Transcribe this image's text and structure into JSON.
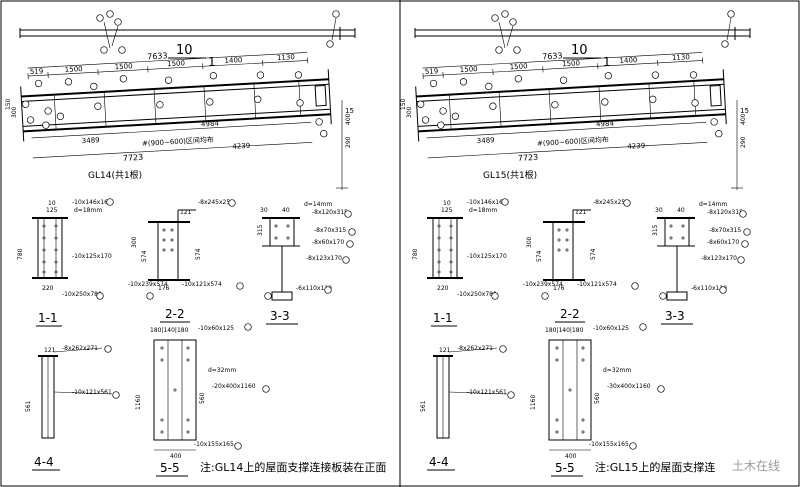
{
  "panels": [
    {
      "id": "gl14",
      "section_mark_number": "10",
      "section_mark_denominator": "1",
      "top_dims": [
        "519",
        "1500",
        "1500",
        "1500",
        "1400",
        "1130"
      ],
      "overall_top": "7633",
      "mid_dims": [
        "3489",
        "4984"
      ],
      "overall_bottom": "7723",
      "right_dim": "4239",
      "spacing_note": "#(900~600)区间均布",
      "height_dims": [
        "150",
        "300",
        "290",
        "400"
      ],
      "member_label": "GL14(共1根)",
      "sections": [
        {
          "label": "1-1",
          "notes": [
            "-10x146x164",
            "-10x125x170",
            "-10x250x780"
          ],
          "dims": [
            "10",
            "125",
            "780",
            "220",
            "d=18mm"
          ]
        },
        {
          "label": "2-2",
          "notes": [
            "-8x245x251",
            "-10x239x574",
            "-10x121x574"
          ],
          "dims": [
            "121",
            "300",
            "574",
            "176"
          ]
        },
        {
          "label": "3-3",
          "notes": [
            "d=14mm",
            "-8x120x315",
            "-8x70x315",
            "-8x60x170",
            "-8x123x170",
            "-6x110x110"
          ],
          "dims": [
            "30",
            "40",
            "315"
          ]
        },
        {
          "label": "4-4",
          "notes": [
            "-8x262x271",
            "-10x121x561"
          ],
          "dims": [
            "121",
            "561"
          ]
        },
        {
          "label": "5-5",
          "notes": [
            "-10x60x125",
            "d=32mm",
            "-20x400x1160",
            "-10x155x165"
          ],
          "dims": [
            "180",
            "140",
            "180",
            "1160",
            "400",
            "560"
          ]
        }
      ],
      "note": "注:GL14上的屋面支撑连接板装在正面"
    },
    {
      "id": "gl15",
      "section_mark_number": "10",
      "section_mark_denominator": "1",
      "top_dims": [
        "519",
        "1500",
        "1500",
        "1500",
        "1400",
        "1130"
      ],
      "overall_top": "7633",
      "mid_dims": [
        "3489",
        "4984"
      ],
      "overall_bottom": "7723",
      "right_dim": "4239",
      "spacing_note": "#(900~600)区间均布",
      "height_dims": [
        "150",
        "300",
        "290",
        "400"
      ],
      "member_label": "GL15(共1根)",
      "sections": [
        {
          "label": "1-1",
          "notes": [
            "-10x146x164",
            "-10x125x170",
            "-10x250x780"
          ],
          "dims": [
            "10",
            "125",
            "780",
            "220",
            "d=18mm"
          ]
        },
        {
          "label": "2-2",
          "notes": [
            "-8x245x251",
            "-10x239x574",
            "-10x121x574"
          ],
          "dims": [
            "121",
            "300",
            "574",
            "176"
          ]
        },
        {
          "label": "3-3",
          "notes": [
            "d=14mm",
            "-8x120x315",
            "-8x70x315",
            "-8x60x170",
            "-8x123x170",
            "-6x110x110"
          ],
          "dims": [
            "30",
            "40",
            "315"
          ]
        },
        {
          "label": "4-4",
          "notes": [
            "-8x262x271",
            "-10x121x561"
          ],
          "dims": [
            "121",
            "561"
          ]
        },
        {
          "label": "5-5",
          "notes": [
            "-10x60x125",
            "d=32mm",
            "-30x400x1160",
            "-10x155x165"
          ],
          "dims": [
            "180",
            "140",
            "180",
            "1160",
            "400",
            "560"
          ]
        }
      ],
      "note": "注:GL15上的屋面支撑连"
    }
  ],
  "watermark": "土木在线"
}
